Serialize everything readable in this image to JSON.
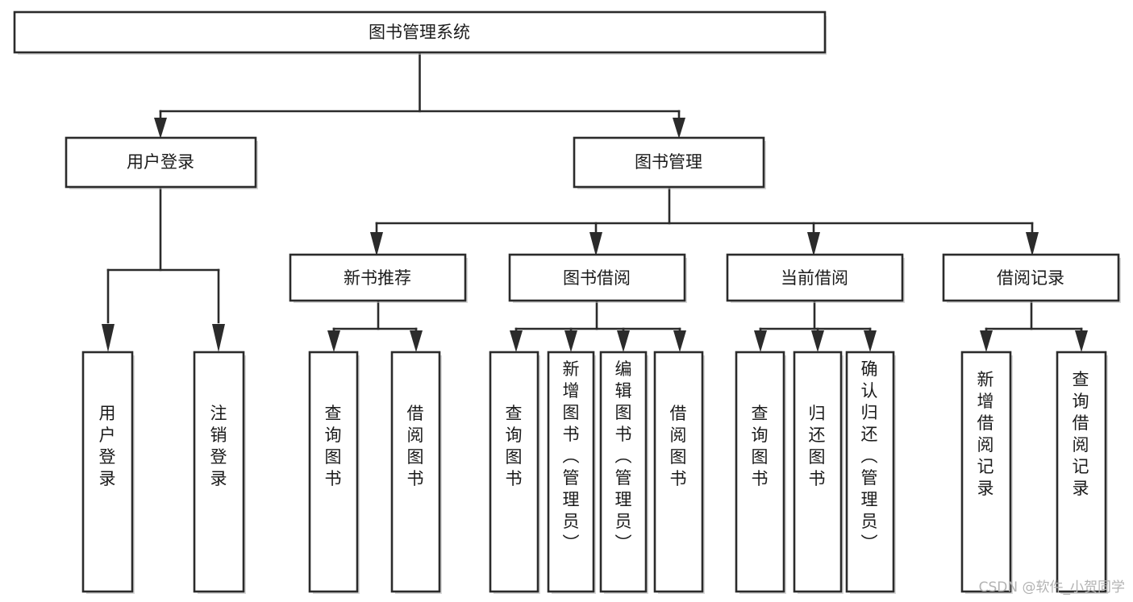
{
  "diagram": {
    "title": "图书管理系统",
    "type": "tree",
    "orientation": "top-down",
    "colors": {
      "box_stroke": "#2b2b2b",
      "box_fill": "#ffffff",
      "text": "#1b1b1b",
      "background": "#ffffff",
      "watermark": "#b3b3b3"
    },
    "root": {
      "label": "图书管理系统"
    },
    "level2": [
      {
        "label": "用户登录"
      },
      {
        "label": "图书管理"
      }
    ],
    "level3": [
      {
        "label": "新书推荐"
      },
      {
        "label": "图书借阅"
      },
      {
        "label": "当前借阅"
      },
      {
        "label": "借阅记录"
      }
    ],
    "groups": [
      {
        "parent": "用户登录",
        "leaves": [
          {
            "label": "用户登录"
          },
          {
            "label": "注销登录"
          }
        ]
      },
      {
        "parent": "新书推荐",
        "leaves": [
          {
            "label": "查询图书"
          },
          {
            "label": "借阅图书"
          }
        ]
      },
      {
        "parent": "图书借阅",
        "leaves": [
          {
            "label": "查询图书"
          },
          {
            "label": "新增图书（管理员）"
          },
          {
            "label": "编辑图书（管理员）"
          },
          {
            "label": "借阅图书"
          }
        ]
      },
      {
        "parent": "当前借阅",
        "leaves": [
          {
            "label": "查询图书"
          },
          {
            "label": "归还图书"
          },
          {
            "label": "确认归还（管理员）"
          }
        ]
      },
      {
        "parent": "借阅记录",
        "leaves": [
          {
            "label": "新增借阅记录"
          },
          {
            "label": "查询借阅记录"
          }
        ]
      }
    ]
  },
  "watermark": {
    "text": "CSDN @软件_小贺同学"
  }
}
